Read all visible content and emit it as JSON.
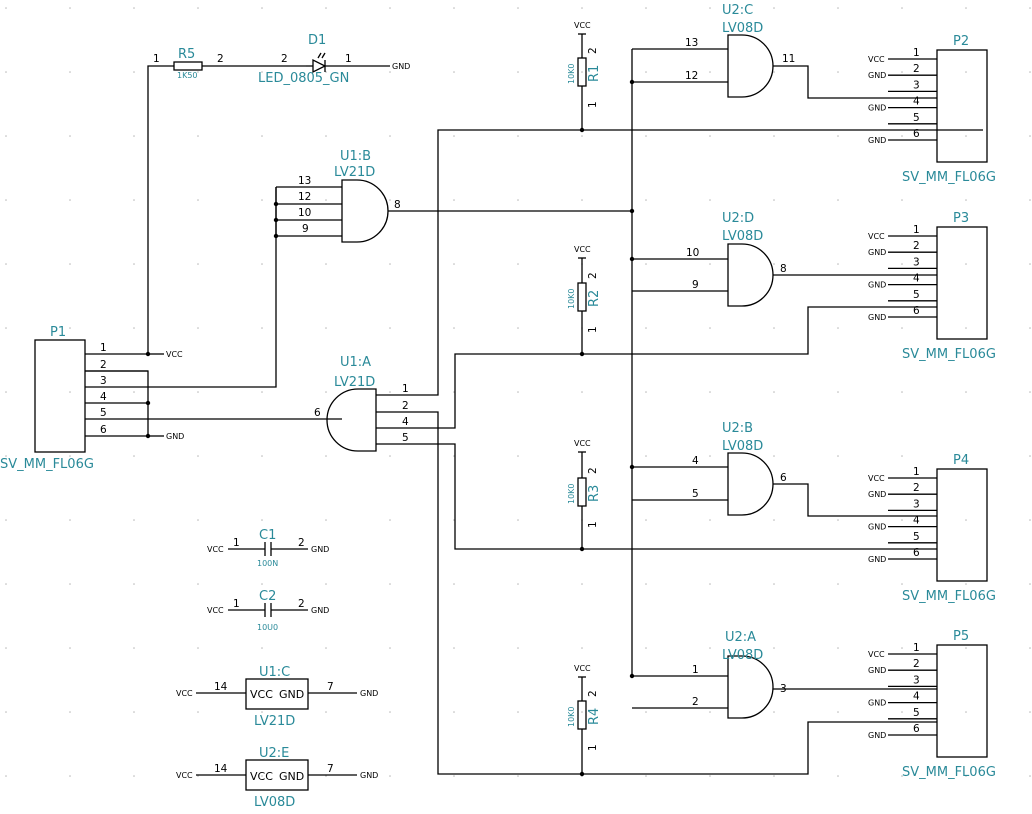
{
  "grid_color": "#b8b8b8",
  "wire_color": "#000000",
  "label_color": "#2a8a99",
  "power": {
    "vcc": "VCC",
    "gnd": "GND"
  },
  "r5": {
    "ref": "R5",
    "value": "1K50",
    "pin1": "1",
    "pin2": "2"
  },
  "d1": {
    "ref": "D1",
    "value": "LED_0805_GN",
    "pin1": "1",
    "pin2": "2"
  },
  "u1b": {
    "ref": "U1:B",
    "value": "LV21D",
    "in1": "13",
    "in2": "12",
    "in3": "10",
    "in4": "9",
    "out": "8"
  },
  "u1a": {
    "ref": "U1:A",
    "value": "LV21D",
    "in1": "1",
    "in2": "2",
    "in3": "4",
    "in4": "5",
    "out": "6"
  },
  "u2c": {
    "ref": "U2:C",
    "value": "LV08D",
    "in1": "13",
    "in2": "12",
    "out": "11"
  },
  "u2d": {
    "ref": "U2:D",
    "value": "LV08D",
    "in1": "10",
    "in2": "9",
    "out": "8"
  },
  "u2b": {
    "ref": "U2:B",
    "value": "LV08D",
    "in1": "4",
    "in2": "5",
    "out": "6"
  },
  "u2a": {
    "ref": "U2:A",
    "value": "LV08D",
    "in1": "1",
    "in2": "2",
    "out": "3"
  },
  "resistors": {
    "r1": {
      "ref": "R1",
      "value": "10K0"
    },
    "r2": {
      "ref": "R2",
      "value": "10K0"
    },
    "r3": {
      "ref": "R3",
      "value": "10K0"
    },
    "r4": {
      "ref": "R4",
      "value": "10K0"
    },
    "pin1": "1",
    "pin2": "2"
  },
  "connectors": {
    "p1": {
      "ref": "P1",
      "value": "SV_MM_FL06G"
    },
    "p2": {
      "ref": "P2",
      "value": "SV_MM_FL06G"
    },
    "p3": {
      "ref": "P3",
      "value": "SV_MM_FL06G"
    },
    "p4": {
      "ref": "P4",
      "value": "SV_MM_FL06G"
    },
    "p5": {
      "ref": "P5",
      "value": "SV_MM_FL06G"
    },
    "pins": [
      "1",
      "2",
      "3",
      "4",
      "5",
      "6"
    ]
  },
  "c1": {
    "ref": "C1",
    "value": "100N",
    "pin1": "1",
    "pin2": "2"
  },
  "c2": {
    "ref": "C2",
    "value": "10U0",
    "pin1": "1",
    "pin2": "2"
  },
  "u1c": {
    "ref": "U1:C",
    "value": "LV21D",
    "vcc_label": "VCC",
    "gnd_label": "GND",
    "vcc_pin": "14",
    "gnd_pin": "7"
  },
  "u2e": {
    "ref": "U2:E",
    "value": "LV08D",
    "vcc_label": "VCC",
    "gnd_label": "GND",
    "vcc_pin": "14",
    "gnd_pin": "7"
  }
}
